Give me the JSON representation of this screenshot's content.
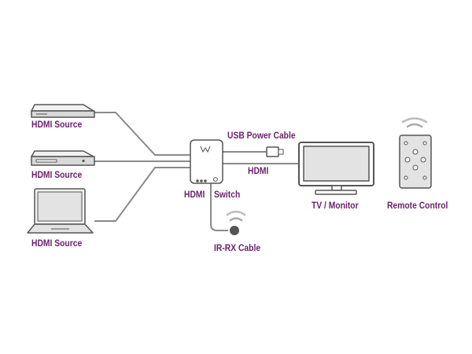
{
  "labels": {
    "source_top": "HDMI Source",
    "source_middle": "HDMI Source",
    "source_bottom": "HDMI Source",
    "usb_power_cable": "USB Power Cable",
    "hdmi_cable": "HDMI",
    "switch_hdmi": "HDMI",
    "switch_name": "Switch",
    "ir_rx_cable": "IR-RX Cable",
    "tv_monitor": "TV / Monitor",
    "remote_control": "Remote Control"
  },
  "colors": {
    "label": "#6b1f6b",
    "outline": "#555555",
    "fill": "#e3e3e3",
    "cable": "#8a8a8a"
  },
  "icons": [
    "set-top-box-icon",
    "dvd-player-icon",
    "laptop-icon",
    "hdmi-switch-icon",
    "usb-plug-icon",
    "ir-sensor-icon",
    "tv-monitor-icon",
    "remote-control-icon"
  ]
}
